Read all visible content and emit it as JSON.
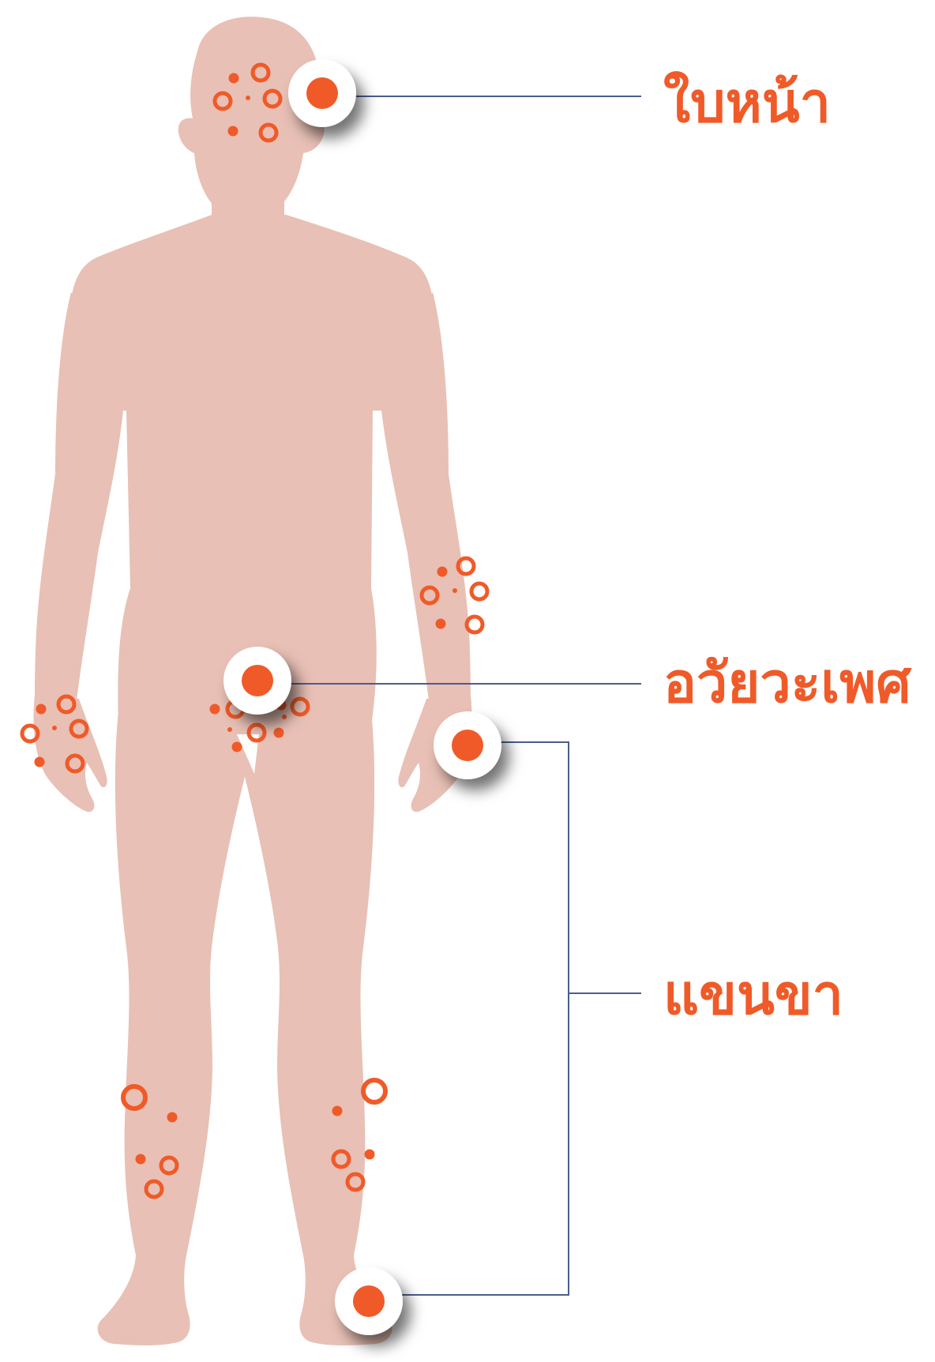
{
  "colors": {
    "skin": "#e8c0b5",
    "accent": "#f05a28",
    "line": "#4a5d8c",
    "marker_bg": "#ffffff"
  },
  "labels": {
    "face": "ใบหน้า",
    "genital": "อวัยวะเพศ",
    "limbs": "แขนขา"
  },
  "icons": {
    "marker": "location-dot-icon",
    "lesion": "rash-spot-icon"
  }
}
